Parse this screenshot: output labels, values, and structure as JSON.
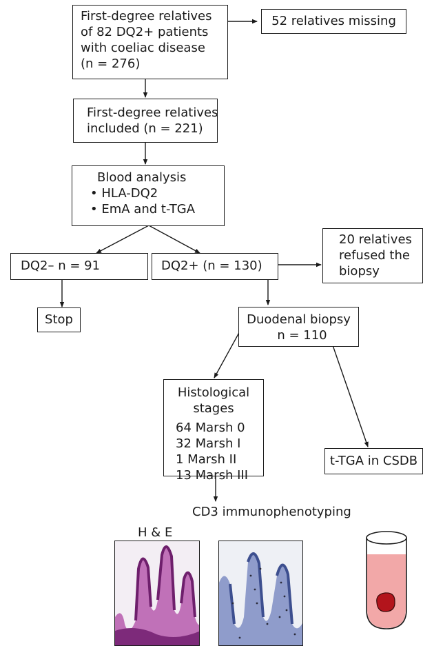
{
  "boxes": {
    "relatives_total": [
      "First-degree relatives",
      "of 82 DQ2+ patients",
      "with coeliac disease",
      "(n = 276)"
    ],
    "missing": "52 relatives missing",
    "included": [
      "First-degree relatives",
      "included (n = 221)"
    ],
    "blood": {
      "title": "Blood analysis",
      "items": [
        "HLA-DQ2",
        "EmA and t-TGA"
      ],
      "bullet": "•"
    },
    "dq2_neg": "DQ2– n = 91",
    "dq2_pos": "DQ2+ (n = 130)",
    "refused": [
      "20 relatives",
      "refused the",
      "biopsy"
    ],
    "stop": "Stop",
    "biopsy": [
      "Duodenal biopsy",
      "n = 110"
    ],
    "histology": {
      "title": [
        "Histological",
        "stages"
      ],
      "stages": [
        "64 Marsh 0",
        "32 Marsh I",
        "1 Marsh II",
        "13 Marsh III"
      ]
    },
    "ttga": "t-TGA in CSDB"
  },
  "image_labels": {
    "he": "H & E",
    "cd3": "CD3 immunophenotyping"
  },
  "colors": {
    "he_stain": "#8a2d86",
    "cd3_stain": "#4a5f9e",
    "tube_fluid": "#f2a8a8",
    "tube_clot": "#b3141c"
  }
}
